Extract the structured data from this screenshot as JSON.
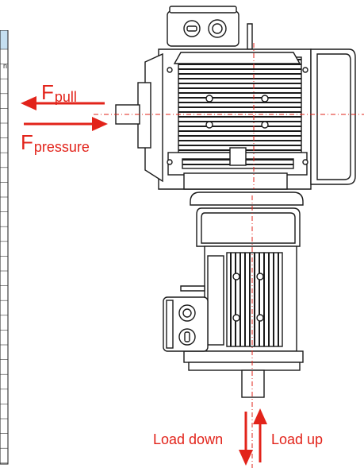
{
  "labels": {
    "force_pull": {
      "main": "F",
      "sub": "pull"
    },
    "force_pressure": {
      "main": "F",
      "sub": "pressure"
    },
    "load_down": "Load down",
    "load_up": "Load up"
  },
  "colors": {
    "arrow": "#e2231a",
    "line": "#1a1a1a",
    "table_header": "#c5dff0",
    "centerline": "#e2231a"
  },
  "icons": [
    "horizontal-motor-icon",
    "vertical-motor-icon",
    "terminal-box-icon"
  ]
}
